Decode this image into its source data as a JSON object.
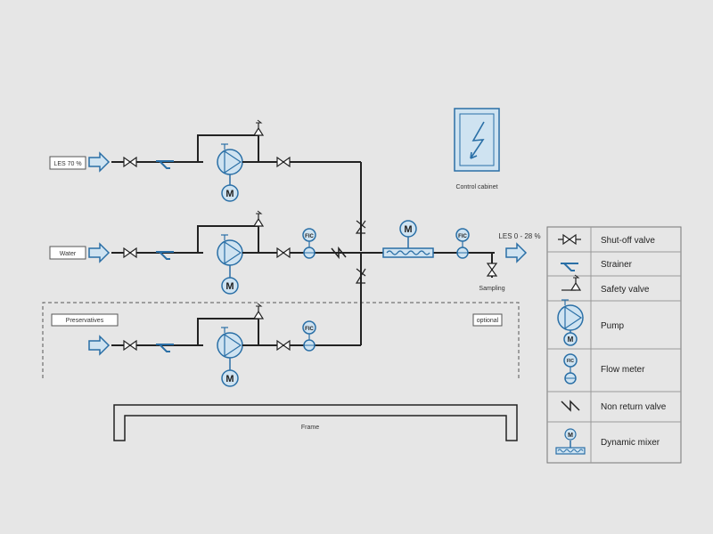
{
  "inputs": {
    "les70": "LES 70 %",
    "water": "Water",
    "preservatives": "Preservatives"
  },
  "output_label": "LES 0 - 28 %",
  "optional_label": "optional",
  "control_cabinet_label": "Control cabinet",
  "frame_label": "Frame",
  "sampling_label": "Sampling",
  "instrument_tag": "FIC",
  "motor_tag": "M",
  "legend": {
    "shutoff": "Shut-off valve",
    "strainer": "Strainer",
    "safety": "Safety valve",
    "pump": "Pump",
    "flowmeter": "Flow meter",
    "nonreturn": "Non return valve",
    "mixer": "Dynamic mixer"
  },
  "colors": {
    "accent": "#2a6fa6",
    "fill": "#cfe3f1",
    "line": "#222222",
    "background": "#e6e6e6"
  }
}
